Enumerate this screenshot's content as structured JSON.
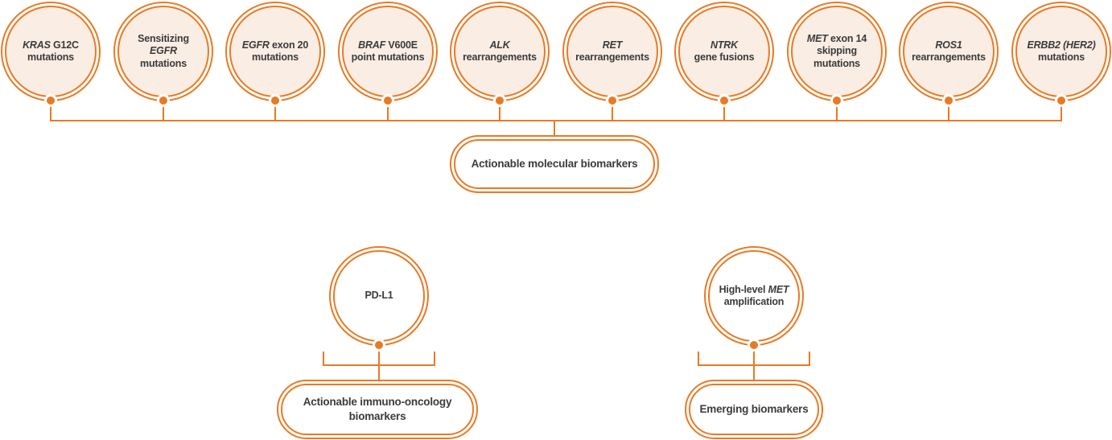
{
  "diagram": {
    "colors": {
      "accent": "#E87A25",
      "circle_fill": "#FAEDE3",
      "text": "#3B3B3C"
    },
    "top_group": {
      "heading": "Actionable molecular biomarkers",
      "circles": [
        {
          "label": "*KRAS* G12C\nmutations"
        },
        {
          "label": "Sensitizing *EGFR*\nmutations"
        },
        {
          "label": "*EGFR* exon 20\nmutations"
        },
        {
          "label": "*BRAF* V600E\npoint mutations"
        },
        {
          "label": "*ALK*\nrearrangements"
        },
        {
          "label": "*RET*\nrearrangements"
        },
        {
          "label": "*NTRK*\ngene fusions"
        },
        {
          "label": "*MET* exon 14\nskipping\nmutations"
        },
        {
          "label": "*ROS1*\nrearrangements"
        },
        {
          "label": "*ERBB2 (HER2)*\nmutations"
        }
      ]
    },
    "immuno_group": {
      "heading": "Actionable immuno-oncology\nbiomarkers",
      "circles": [
        {
          "label": "PD-L1"
        }
      ]
    },
    "emerging_group": {
      "heading": "Emerging biomarkers",
      "circles": [
        {
          "label": "High-level *MET*\namplification"
        }
      ]
    }
  }
}
